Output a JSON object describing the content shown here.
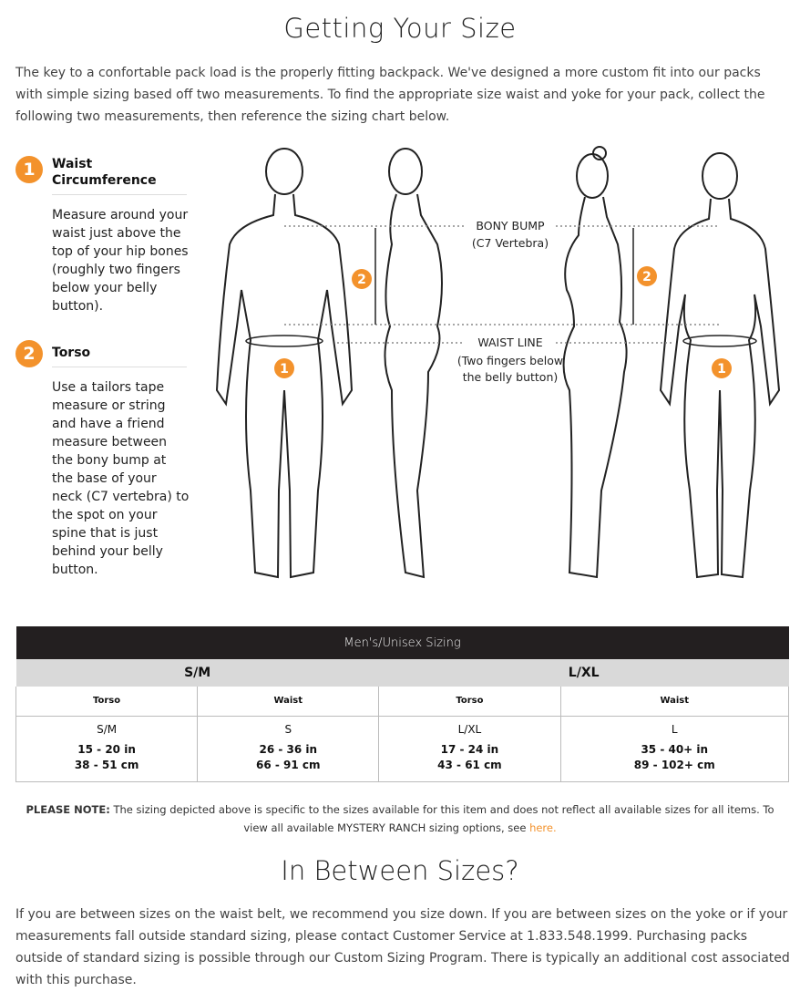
{
  "title": "Getting Your Size",
  "intro": "The key to a confortable pack load is the properly fitting backpack. We've designed a more custom fit into our packs with simple sizing based off two measurements. To find the appropriate size waist and yoke for your pack, collect the following two measurements, then reference the sizing chart below.",
  "steps": [
    {
      "number": "1",
      "title": "Waist Circumference",
      "body": "Measure around your waist just above the top of your hip bones (roughly two fingers below your belly button)."
    },
    {
      "number": "2",
      "title": "Torso",
      "body": "Use a tailors tape measure or string and have a friend measure between the bony bump at the base of your neck (C7 vertebra) to the spot on your spine that is just behind your belly button."
    }
  ],
  "illustration": {
    "bony_bump": "BONY BUMP",
    "bony_bump_sub": "(C7 Vertebra)",
    "waist_line": "WAIST LINE",
    "waist_sub1": "(Two fingers below",
    "waist_sub2": "the belly button)",
    "marker1": "1",
    "marker2": "2",
    "accent": "#f3922c"
  },
  "table": {
    "title": "Men's/Unisex Sizing",
    "groups": [
      "S/M",
      "L/XL"
    ],
    "columns": [
      "Torso",
      "Waist",
      "Torso",
      "Waist"
    ],
    "cells": [
      {
        "size": "S/M",
        "in": "15 - 20 in",
        "cm": "38 - 51 cm"
      },
      {
        "size": "S",
        "in": "26 - 36 in",
        "cm": "66 - 91 cm"
      },
      {
        "size": "L/XL",
        "in": "17 - 24 in",
        "cm": "43 - 61 cm"
      },
      {
        "size": "L",
        "in": "35 - 40+ in",
        "cm": "89 - 102+ cm"
      }
    ]
  },
  "note": {
    "label": "PLEASE NOTE:",
    "text": " The sizing depicted above is specific to the sizes available for this item and does not reflect all available sizes for all items. To view all available MYSTERY RANCH sizing options, see ",
    "link": "here."
  },
  "subtitle": "In Between Sizes?",
  "outro": "If you are between sizes on the waist belt, we recommend you size down. If you are between sizes on the yoke or if your measurements fall outside standard sizing, please contact Customer Service at 1.833.548.1999. Purchasing packs outside of standard sizing is possible through our Custom Sizing Program. There is typically an additional cost associated with this purchase."
}
